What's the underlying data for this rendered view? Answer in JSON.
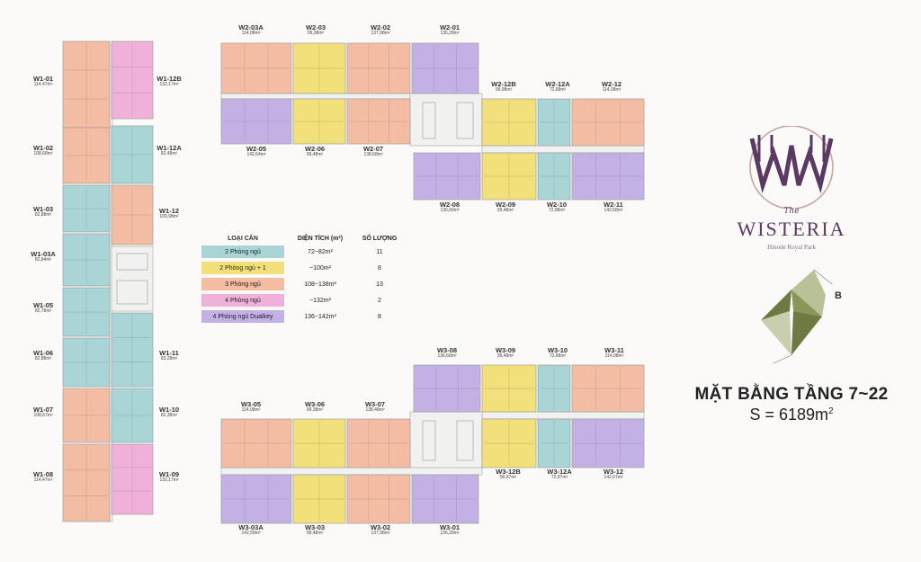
{
  "colors": {
    "2br": "#a9d5d6",
    "2br1": "#f2e07a",
    "3br": "#f3bca3",
    "4br": "#efb1d9",
    "4brdk": "#c3b1e6",
    "core": "#f4f4f4",
    "brand": "#5a3a63"
  },
  "units": [
    {
      "code": "W1-01",
      "area": "114,47m²",
      "type": "3br",
      "block": [
        70,
        46,
        52,
        96
      ],
      "label": [
        48,
        91,
        "left"
      ]
    },
    {
      "code": "W1-12B",
      "area": "132,17m²",
      "type": "4br",
      "block": [
        124,
        46,
        46,
        86
      ],
      "label": [
        188,
        91,
        "right"
      ]
    },
    {
      "code": "W1-02",
      "area": "108,68m²",
      "type": "3br",
      "block": [
        70,
        142,
        52,
        62
      ],
      "label": [
        48,
        168,
        "left"
      ]
    },
    {
      "code": "W1-12A",
      "area": "82,48m²",
      "type": "2br",
      "block": [
        124,
        140,
        46,
        64
      ],
      "label": [
        188,
        168,
        "right"
      ]
    },
    {
      "code": "W1-03",
      "area": "82,88m²",
      "type": "2br",
      "block": [
        70,
        206,
        52,
        52
      ],
      "label": [
        48,
        236,
        "left"
      ]
    },
    {
      "code": "W1-12",
      "area": "109,98m²",
      "type": "3br",
      "block": [
        124,
        206,
        46,
        66
      ],
      "label": [
        188,
        238,
        "right"
      ]
    },
    {
      "code": "W1-03A",
      "area": "82,84m²",
      "type": "2br",
      "block": [
        70,
        260,
        52,
        58
      ],
      "label": [
        48,
        286,
        "left"
      ]
    },
    {
      "code": "W1-05",
      "area": "82,78m²",
      "type": "2br",
      "block": [
        70,
        320,
        52,
        54
      ],
      "label": [
        48,
        343,
        "left"
      ]
    },
    {
      "code": "W1-06",
      "area": "82,88m²",
      "type": "2br",
      "block": [
        70,
        376,
        52,
        54
      ],
      "label": [
        48,
        396,
        "left"
      ]
    },
    {
      "code": "W1-11",
      "area": "83,28m²",
      "type": "2br",
      "block": [
        124,
        348,
        46,
        82
      ],
      "label": [
        188,
        396,
        "right"
      ]
    },
    {
      "code": "W1-07",
      "area": "108,67m²",
      "type": "3br",
      "block": [
        70,
        432,
        52,
        60
      ],
      "label": [
        48,
        459,
        "left"
      ]
    },
    {
      "code": "W1-10",
      "area": "82,38m²",
      "type": "2br",
      "block": [
        124,
        432,
        46,
        60
      ],
      "label": [
        188,
        459,
        "right"
      ]
    },
    {
      "code": "W1-08",
      "area": "114,47m²",
      "type": "3br",
      "block": [
        70,
        494,
        52,
        86
      ],
      "label": [
        48,
        531,
        "left"
      ]
    },
    {
      "code": "W1-09",
      "area": "132,17m²",
      "type": "4br",
      "block": [
        124,
        494,
        46,
        78
      ],
      "label": [
        188,
        531,
        "right"
      ]
    },
    {
      "code": "W2-03A",
      "area": "114,08m²",
      "type": "3br",
      "block": [
        246,
        48,
        78,
        56
      ],
      "label": [
        279,
        34,
        "top"
      ]
    },
    {
      "code": "W2-03",
      "area": "99,38m²",
      "type": "2br1",
      "block": [
        326,
        48,
        58,
        56
      ],
      "label": [
        351,
        34,
        "top"
      ]
    },
    {
      "code": "W2-02",
      "area": "137,98m²",
      "type": "3br",
      "block": [
        386,
        48,
        70,
        56
      ],
      "label": [
        423,
        34,
        "top"
      ]
    },
    {
      "code": "W2-01",
      "area": "136,28m²",
      "type": "4brdk",
      "block": [
        458,
        48,
        74,
        56
      ],
      "label": [
        500,
        34,
        "top"
      ]
    },
    {
      "code": "W2-05",
      "area": "142,64m²",
      "type": "4brdk",
      "block": [
        246,
        110,
        78,
        50
      ],
      "label": [
        285,
        169,
        "bottom"
      ]
    },
    {
      "code": "W2-06",
      "area": "99,48m²",
      "type": "2br1",
      "block": [
        326,
        110,
        58,
        50
      ],
      "label": [
        350,
        169,
        "bottom"
      ]
    },
    {
      "code": "W2-07",
      "area": "138,68m²",
      "type": "3br",
      "block": [
        386,
        110,
        70,
        50
      ],
      "label": [
        415,
        169,
        "bottom"
      ]
    },
    {
      "code": "W2-12B",
      "area": "99,98m²",
      "type": "2br1",
      "block": [
        536,
        110,
        60,
        52
      ],
      "label": [
        560,
        97,
        "top"
      ]
    },
    {
      "code": "W2-12A",
      "area": "72,68m²",
      "type": "2br",
      "block": [
        598,
        110,
        36,
        52
      ],
      "label": [
        620,
        97,
        "top"
      ]
    },
    {
      "code": "W2-12",
      "area": "114,08m²",
      "type": "3br",
      "block": [
        636,
        110,
        80,
        52
      ],
      "label": [
        680,
        97,
        "top"
      ]
    },
    {
      "code": "W2-08",
      "area": "136,68m²",
      "type": "4brdk",
      "block": [
        460,
        170,
        74,
        52
      ],
      "label": [
        500,
        231,
        "bottom"
      ]
    },
    {
      "code": "W2-09",
      "area": "99,48m²",
      "type": "2br1",
      "block": [
        536,
        170,
        60,
        52
      ],
      "label": [
        562,
        231,
        "bottom"
      ]
    },
    {
      "code": "W2-10",
      "area": "72,98m²",
      "type": "2br",
      "block": [
        598,
        170,
        36,
        52
      ],
      "label": [
        619,
        231,
        "bottom"
      ]
    },
    {
      "code": "W2-11",
      "area": "142,68m²",
      "type": "4brdk",
      "block": [
        636,
        170,
        80,
        52
      ],
      "label": [
        682,
        231,
        "bottom"
      ]
    },
    {
      "code": "W3-08",
      "area": "136,68m²",
      "type": "4brdk",
      "block": [
        460,
        406,
        74,
        52
      ],
      "label": [
        497,
        393,
        "top"
      ]
    },
    {
      "code": "W3-09",
      "area": "99,48m²",
      "type": "2br1",
      "block": [
        536,
        406,
        60,
        52
      ],
      "label": [
        562,
        393,
        "top"
      ]
    },
    {
      "code": "W3-10",
      "area": "72,68m²",
      "type": "2br",
      "block": [
        598,
        406,
        36,
        52
      ],
      "label": [
        620,
        393,
        "top"
      ]
    },
    {
      "code": "W3-11",
      "area": "114,08m²",
      "type": "3br",
      "block": [
        636,
        406,
        80,
        52
      ],
      "label": [
        683,
        393,
        "top"
      ]
    },
    {
      "code": "W3-05",
      "area": "114,08m²",
      "type": "3br",
      "block": [
        246,
        466,
        78,
        54
      ],
      "label": [
        279,
        453,
        "top"
      ]
    },
    {
      "code": "W3-06",
      "area": "99,38m²",
      "type": "2br1",
      "block": [
        326,
        466,
        58,
        54
      ],
      "label": [
        350,
        453,
        "top"
      ]
    },
    {
      "code": "W3-07",
      "area": "138,48m²",
      "type": "3br",
      "block": [
        386,
        466,
        70,
        54
      ],
      "label": [
        417,
        453,
        "top"
      ]
    },
    {
      "code": "W3-12B",
      "area": "99,97m²",
      "type": "2br1",
      "block": [
        536,
        466,
        60,
        54
      ],
      "label": [
        565,
        528,
        "bottom"
      ]
    },
    {
      "code": "W3-12A",
      "area": "72,97m²",
      "type": "2br",
      "block": [
        598,
        466,
        36,
        54
      ],
      "label": [
        622,
        528,
        "bottom"
      ]
    },
    {
      "code": "W3-12",
      "area": "142,67m²",
      "type": "4brdk",
      "block": [
        636,
        466,
        80,
        54
      ],
      "label": [
        682,
        528,
        "bottom"
      ]
    },
    {
      "code": "W3-03A",
      "area": "142,58m²",
      "type": "4brdk",
      "block": [
        246,
        528,
        78,
        54
      ],
      "label": [
        279,
        590,
        "bottom"
      ]
    },
    {
      "code": "W3-03",
      "area": "99,48m²",
      "type": "2br1",
      "block": [
        326,
        528,
        58,
        54
      ],
      "label": [
        350,
        590,
        "bottom"
      ]
    },
    {
      "code": "W3-02",
      "area": "137,98m²",
      "type": "3br",
      "block": [
        386,
        528,
        70,
        54
      ],
      "label": [
        423,
        590,
        "bottom"
      ]
    },
    {
      "code": "W3-01",
      "area": "136,28m²",
      "type": "4brdk",
      "block": [
        458,
        528,
        74,
        54
      ],
      "label": [
        500,
        590,
        "bottom"
      ]
    }
  ],
  "legend": {
    "headers": [
      "LOẠI CĂN",
      "DIỆN TÍCH (m²)",
      "SỐ LƯỢNG"
    ],
    "rows": [
      {
        "type": "2br",
        "name": "2 Phòng ngủ",
        "area": "72~82m²",
        "count": "11"
      },
      {
        "type": "2br1",
        "name": "2 Phòng ngủ + 1",
        "area": "~100m²",
        "count": "8"
      },
      {
        "type": "3br",
        "name": "3 Phòng ngủ",
        "area": "108~138m²",
        "count": "13"
      },
      {
        "type": "4br",
        "name": "4 Phòng ngủ",
        "area": "~132m²",
        "count": "2"
      },
      {
        "type": "4brdk",
        "name": "4 Phòng ngủ Dualkey",
        "area": "136~142m²",
        "count": "8"
      }
    ]
  },
  "brand": {
    "the": "The",
    "name": "WISTERIA",
    "subtitle": "Hinode Royal Park"
  },
  "compass_letter": "B",
  "title": {
    "line1": "MẶT BẰNG TẦNG 7~22",
    "line2_prefix": "S = 6189m",
    "line2_sup": "2"
  }
}
